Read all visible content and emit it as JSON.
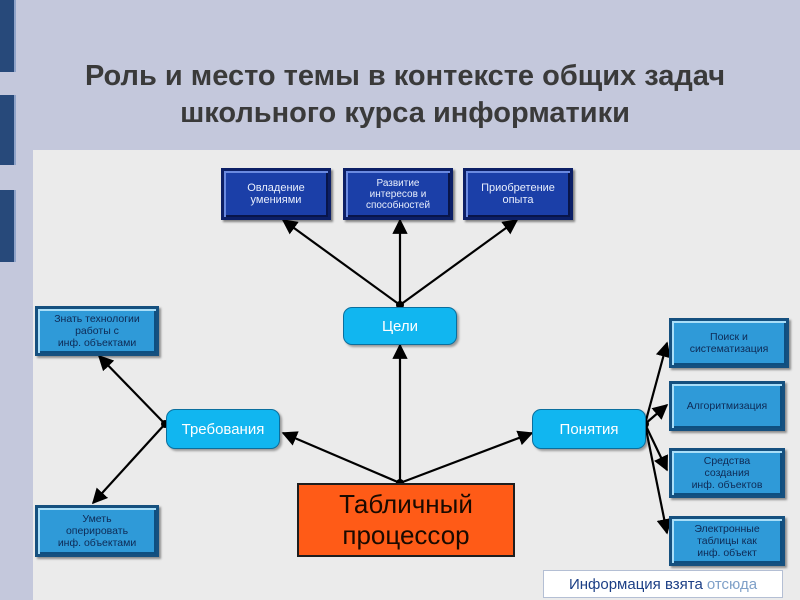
{
  "title": {
    "line1": "Роль и место темы в контексте общих задач",
    "line2": "школьного курса информатики"
  },
  "top_boxes": [
    {
      "line1": "Овладение",
      "line2": "умениями",
      "line3": ""
    },
    {
      "line1": "Развитие",
      "line2": "интересов и",
      "line3": "способностей"
    },
    {
      "line1": "Приобретение",
      "line2": "опыта",
      "line3": ""
    }
  ],
  "center_nodes": {
    "goals": "Цели",
    "requirements": "Требования",
    "concepts": "Понятия"
  },
  "left_boxes": [
    {
      "line1": "Знать технологии",
      "line2": "работы с",
      "line3": "инф. объектами"
    },
    {
      "line1": "Уметь",
      "line2": "оперировать",
      "line3": "инф. объектами"
    }
  ],
  "right_boxes": [
    {
      "line1": "Поиск и",
      "line2": "систематизация",
      "line3": ""
    },
    {
      "line1": "Алгоритмизация",
      "line2": "",
      "line3": ""
    },
    {
      "line1": "Средства",
      "line2": "создания",
      "line3": "инф. объектов"
    },
    {
      "line1": "Электронные",
      "line2": "таблицы как",
      "line3": "инф. объект"
    }
  ],
  "main_box": {
    "line1": "Табличный",
    "line2": "процессор"
  },
  "info_bar": {
    "text": "Информация взята",
    "link": "отсюда"
  }
}
